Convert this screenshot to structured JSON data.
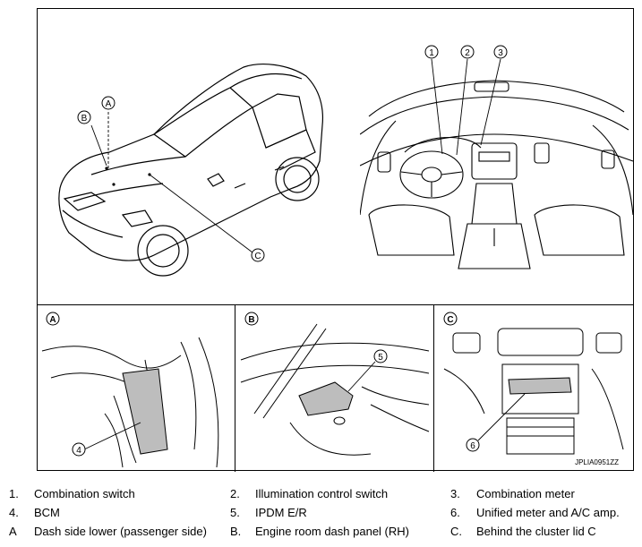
{
  "callouts": {
    "n1": "1",
    "n2": "2",
    "n3": "3",
    "n4": "4",
    "n5": "5",
    "n6": "6",
    "a": "A",
    "b": "B",
    "c": "C"
  },
  "panels": {
    "a_label": "A",
    "b_label": "B",
    "c_label": "C"
  },
  "figure_id": "JPLIA0951ZZ",
  "legend": {
    "rows": [
      [
        {
          "num": "1.",
          "text": "Combination switch"
        },
        {
          "num": "2.",
          "text": "Illumination control switch"
        },
        {
          "num": "3.",
          "text": "Combination meter"
        }
      ],
      [
        {
          "num": "4.",
          "text": "BCM"
        },
        {
          "num": "5.",
          "text": "IPDM E/R"
        },
        {
          "num": "6.",
          "text": "Unified meter and A/C amp."
        }
      ],
      [
        {
          "num": "A",
          "text": "Dash side lower (passenger side)"
        },
        {
          "num": "B.",
          "text": "Engine room dash panel (RH)"
        },
        {
          "num": "C.",
          "text": "Behind the cluster lid C"
        }
      ]
    ]
  }
}
